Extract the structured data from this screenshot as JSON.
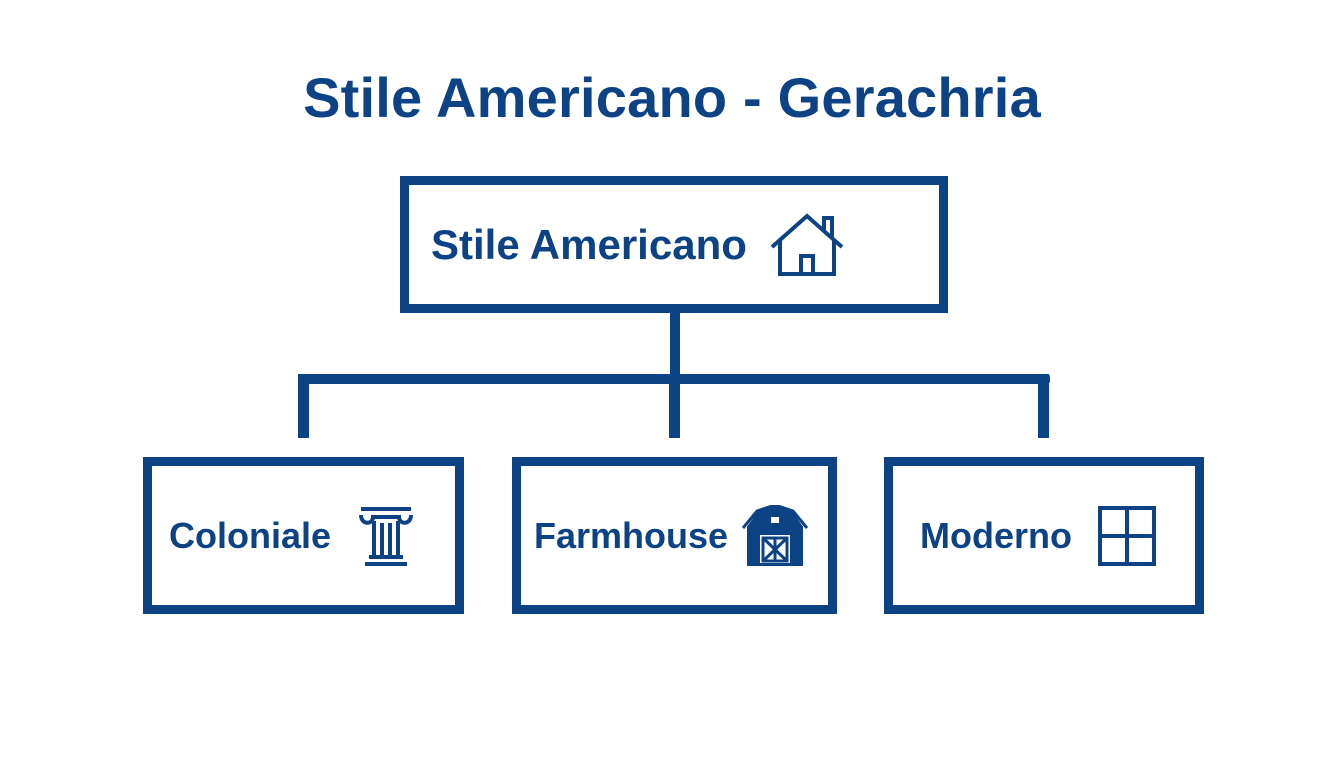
{
  "colors": {
    "primary": "#0d4384",
    "background": "#ffffff"
  },
  "title": "Stile Americano - Gerachria",
  "root": {
    "label": "Stile Americano",
    "icon": "house-icon"
  },
  "children": [
    {
      "label": "Coloniale",
      "icon": "column-icon"
    },
    {
      "label": "Farmhouse",
      "icon": "barn-icon"
    },
    {
      "label": "Moderno",
      "icon": "window-icon"
    }
  ]
}
